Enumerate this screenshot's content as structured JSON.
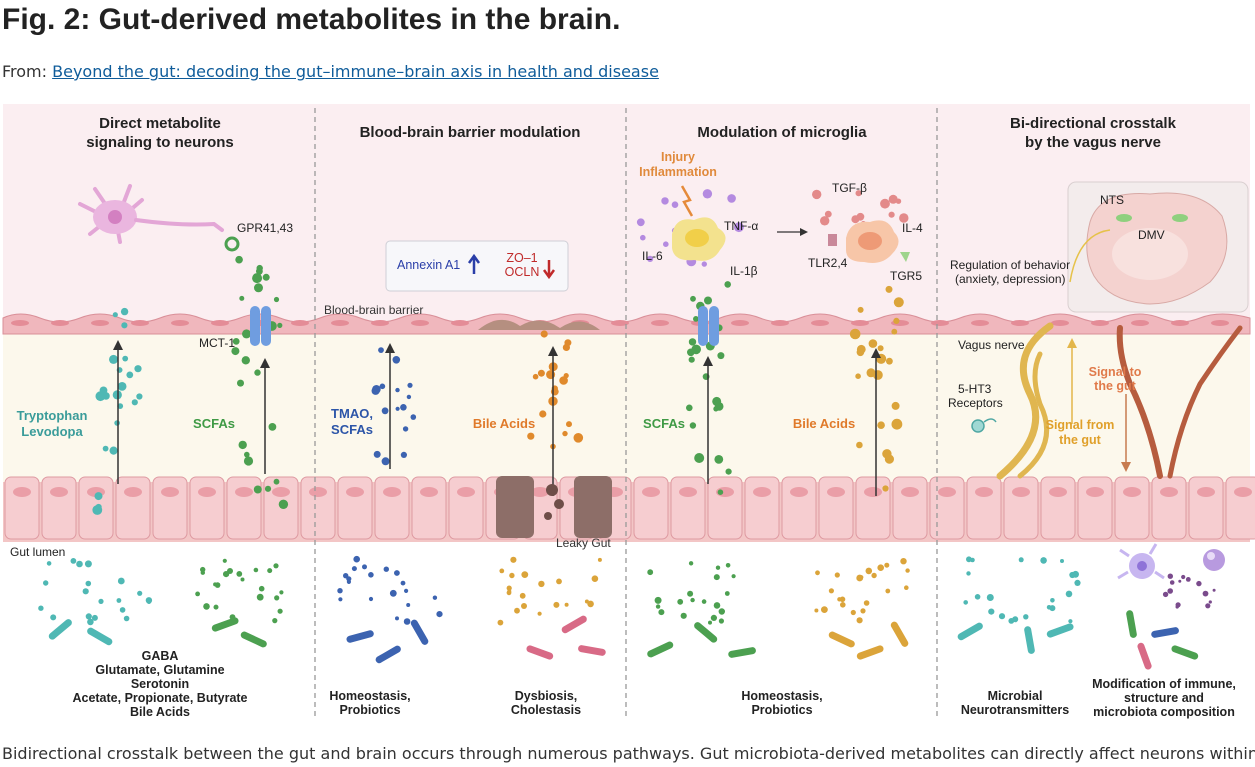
{
  "figure": {
    "title": "Fig. 2: Gut-derived metabolites in the brain.",
    "from_prefix": "From:",
    "from_link": "Beyond the gut: decoding the gut–immune–brain axis in health and disease"
  },
  "panels": [
    {
      "title_lines": [
        "Direct metabolite",
        "signaling to neurons"
      ],
      "receptor_top": "GPR41,43",
      "transporter": "MCT-1",
      "left_metabolites": [
        "Tryptophan",
        "Levodopa"
      ],
      "right_metabolites": "SCFAs",
      "lumen_label": "Gut lumen",
      "bottom_lines": [
        "GABA",
        "Glutamate, Glutamine",
        "Serotonin",
        "Acetate, Propionate, Butyrate",
        "Bile Acids"
      ]
    },
    {
      "title_lines": [
        "Blood-brain barrier modulation"
      ],
      "box_left": "Annexin A1",
      "box_right_lines": [
        "ZO–1",
        "OCLN"
      ],
      "bbb_label": "Blood-brain barrier",
      "left_metabolites": [
        "TMAO,",
        "SCFAs"
      ],
      "right_metabolites": "Bile Acids",
      "leaky_label": "Leaky Gut",
      "bottom_left_lines": [
        "Homeostasis,",
        "Probiotics"
      ],
      "bottom_right_lines": [
        "Dysbiosis,",
        "Cholestasis"
      ]
    },
    {
      "title_lines": [
        "Modulation of microglia"
      ],
      "injury_lines": [
        "Injury",
        "Inflammation"
      ],
      "cytokines_left": [
        "TNF-α",
        "IL-6",
        "IL-1β"
      ],
      "cytokines_right": [
        "TGF-β",
        "IL-4",
        "TLR2,4",
        "TGR5"
      ],
      "left_metabolites": "SCFAs",
      "right_metabolites": "Bile Acids",
      "bottom_lines": [
        "Homeostasis,",
        "Probiotics"
      ]
    },
    {
      "title_lines": [
        "Bi-directional crosstalk",
        "by the vagus nerve"
      ],
      "nts": "NTS",
      "dmv": "DMV",
      "behavior_lines": [
        "Regulation of behavior",
        "(anxiety, depression)"
      ],
      "vagus": "Vagus nerve",
      "receptor_lines": [
        "5-HT3",
        "Receptors"
      ],
      "signal_from_lines": [
        "Signal from",
        "the gut"
      ],
      "signal_to_lines": [
        "Signal to",
        "the gut"
      ],
      "bottom_left_lines": [
        "Microbial",
        "Neurotransmitters"
      ],
      "bottom_right_lines": [
        "Modification of immune,",
        "structure and",
        "microbiota composition"
      ]
    }
  ],
  "caption": "Bidirectional crosstalk between the gut and brain occurs through numerous pathways. Gut microbiota-derived metabolites can directly affect neurons within",
  "colors": {
    "teal": "#4fb8b4",
    "green": "#4ca050",
    "blue": "#3c63b0",
    "orange": "#e08a2c",
    "gold": "#dba43a",
    "purple": "#b48ae0",
    "pink_tissue": "#f3c6c6",
    "upper_bg": "#fbeef1",
    "mid_bg": "#fcf8ec"
  }
}
